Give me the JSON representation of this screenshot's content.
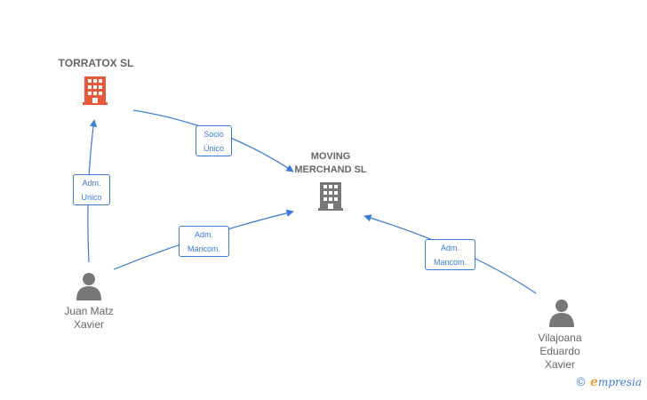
{
  "colors": {
    "edge": "#3a7bd5",
    "company_highlight": "#e8593a",
    "company_default": "#777777",
    "person": "#777777"
  },
  "nodes": {
    "torratox": {
      "label": "TORRATOX SL",
      "icon": "building-icon"
    },
    "moving": {
      "label": "MOVING\nMERCHAND SL",
      "icon": "building-icon"
    },
    "juan": {
      "label": "Juan Matz\nXavier",
      "icon": "person-icon"
    },
    "vilajoana": {
      "label": "Vilajoana\nEduardo\nXavier",
      "icon": "person-icon"
    }
  },
  "edges": {
    "torratox_moving": {
      "label": "Socio\nÚnico"
    },
    "juan_torratox": {
      "label": "Adm.\nUnico"
    },
    "juan_moving": {
      "label": "Adm.\nMancom."
    },
    "vilajoana_moving": {
      "label": "Adm.\nMancom."
    }
  },
  "brand": {
    "copyright": "©",
    "e": "e",
    "name": "mpresia"
  }
}
